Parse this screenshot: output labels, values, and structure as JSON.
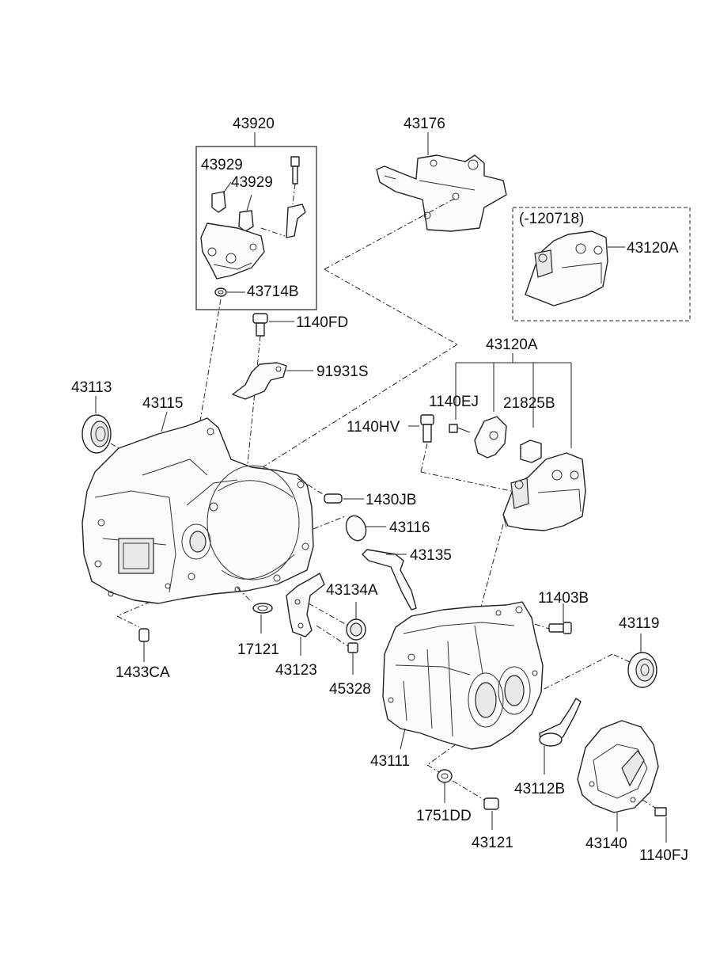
{
  "labels": {
    "p43920": "43920",
    "p43929a": "43929",
    "p43929b": "43929",
    "p43714B": "43714B",
    "p43176": "43176",
    "p120718": "(-120718)",
    "p43120A_top": "43120A",
    "p1140FD": "1140FD",
    "p91931S": "91931S",
    "p43120A": "43120A",
    "p1140EJ": "1140EJ",
    "p21825B": "21825B",
    "p1140HV": "1140HV",
    "p43113": "43113",
    "p43115": "43115",
    "p1430JB": "1430JB",
    "p43116": "43116",
    "p43135": "43135",
    "p43134A": "43134A",
    "p11403B": "11403B",
    "p43119": "43119",
    "p17121": "17121",
    "p43123": "43123",
    "p1433CA": "1433CA",
    "p45328": "45328",
    "p43111": "43111",
    "p43112B": "43112B",
    "p1751DD": "1751DD",
    "p43121": "43121",
    "p43140": "43140",
    "p1140FJ": "1140FJ"
  }
}
